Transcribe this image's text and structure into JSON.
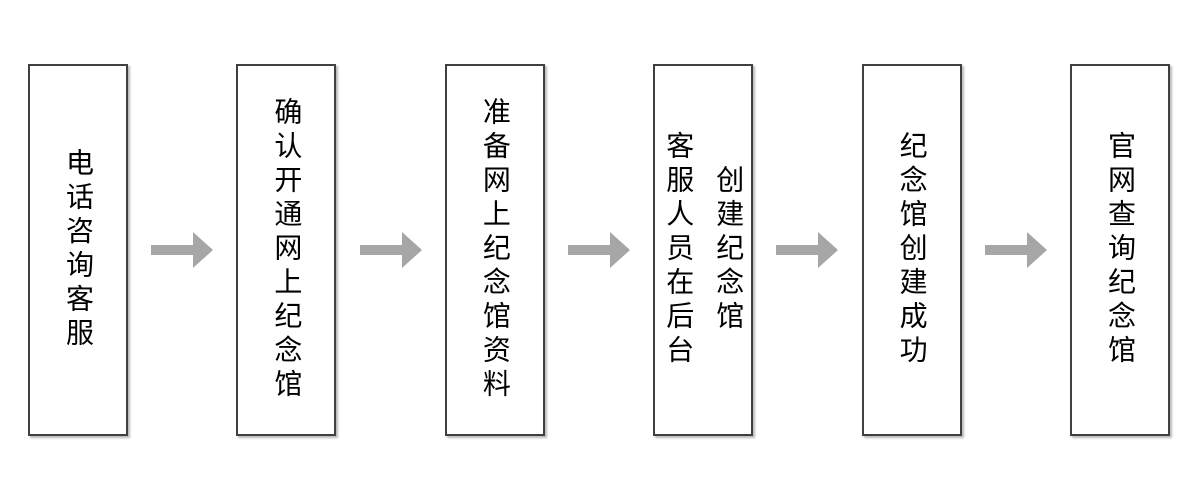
{
  "diagram": {
    "steps": [
      {
        "label": "电话咨询客服"
      },
      {
        "label": "确认开通网上纪念馆"
      },
      {
        "label": "准备网上纪念馆资料"
      },
      {
        "label": "客服人员在后台\n创建纪念馆"
      },
      {
        "label": "纪念馆创建成功"
      },
      {
        "label": "官网查询纪念馆"
      }
    ],
    "colors": {
      "box_border": "#404040",
      "box_fill": "#ffffff",
      "text": "#000000",
      "arrow": "#a6a6a6",
      "background": "#ffffff"
    }
  }
}
